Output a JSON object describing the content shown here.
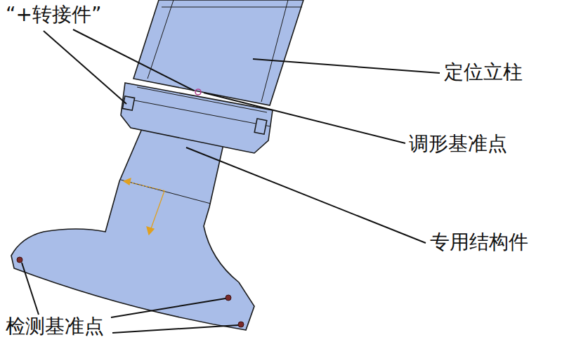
{
  "diagram": {
    "labels": [
      "“+转接件”",
      "定位立柱",
      "调形基准点",
      "专用结构件",
      "检测基准点"
    ]
  }
}
